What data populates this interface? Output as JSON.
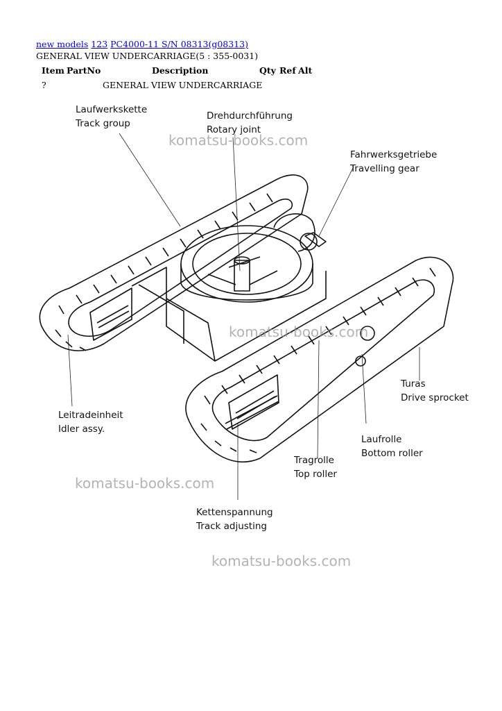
{
  "breadcrumb": {
    "link_new_models": "new models",
    "link_123": "123",
    "link_model": "PC4000-11 S/N 08313(g08313)"
  },
  "subtitle": "GENERAL VIEW UNDERCARRIAGE(5 : 355-0031)",
  "table": {
    "headers": {
      "item": "Item",
      "partno": "PartNo",
      "description": "Description",
      "qty": "Qty",
      "ref": "Ref",
      "alt": "Alt"
    },
    "rows": [
      {
        "item": "?",
        "partno": "",
        "description": "GENERAL VIEW UNDERCARRIAGE",
        "qty": "",
        "ref": "",
        "alt": ""
      }
    ]
  },
  "diagram": {
    "labels": {
      "track_group_de": "Laufwerkskette",
      "track_group_en": "Track group",
      "rotary_joint_de": "Drehdurchführung",
      "rotary_joint_en": "Rotary joint",
      "travelling_gear_de": "Fahrwerksgetriebe",
      "travelling_gear_en": "Travelling gear",
      "drive_sprocket_de": "Turas",
      "drive_sprocket_en": "Drive sprocket",
      "idler_de": "Leitradeinheit",
      "idler_en": "Idler assy.",
      "bottom_roller_de": "Laufrolle",
      "bottom_roller_en": "Bottom roller",
      "top_roller_de": "Tragrolle",
      "top_roller_en": "Top roller",
      "track_adjusting_de": "Kettenspannung",
      "track_adjusting_en": "Track adjusting"
    }
  },
  "watermark": "komatsu-books.com"
}
